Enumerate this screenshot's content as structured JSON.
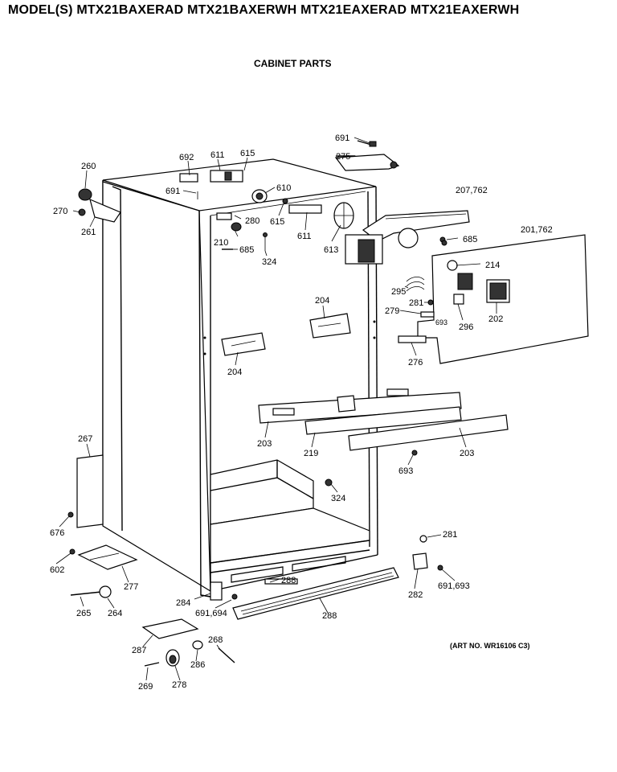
{
  "header": {
    "models": "MODEL(S) MTX21BAXERAD  MTX21BAXERWH  MTX21EAXERAD  MTX21EAXERWH",
    "section_title": "CABINET PARTS",
    "art_no": "(ART NO. WR16106 C3)"
  },
  "parts": {
    "p691_top": "691",
    "p275": "275",
    "p692": "692",
    "p611_top": "611",
    "p615_top": "615",
    "p260": "260",
    "p691_mid": "691",
    "p610": "610",
    "p207": "207,762",
    "p270": "270",
    "p280": "280",
    "p615_mid": "615",
    "p261": "261",
    "p611_mid": "611",
    "p201": "201,762",
    "p685_right": "685",
    "p210": "210",
    "p685_left": "685",
    "p613": "613",
    "p214": "214",
    "p324_top": "324",
    "p295": "295",
    "p281_right": "281",
    "p279": "279",
    "p693_small": "693",
    "p204_right": "204",
    "p296": "296",
    "p202": "202",
    "p204_left": "204",
    "p276": "276",
    "p203_left": "203",
    "p219": "219",
    "p203_right": "203",
    "p267": "267",
    "p693_mid": "693",
    "p324_bot": "324",
    "p676": "676",
    "p281_bot": "281",
    "p602": "602",
    "p277": "277",
    "p288_mid": "288",
    "p282": "282",
    "p691_693": "691,693",
    "p284": "284",
    "p265": "265",
    "p264": "264",
    "p691_694": "691,694",
    "p288_bot": "288",
    "p268": "268",
    "p287": "287",
    "p286": "286",
    "p269": "269",
    "p278": "278"
  }
}
